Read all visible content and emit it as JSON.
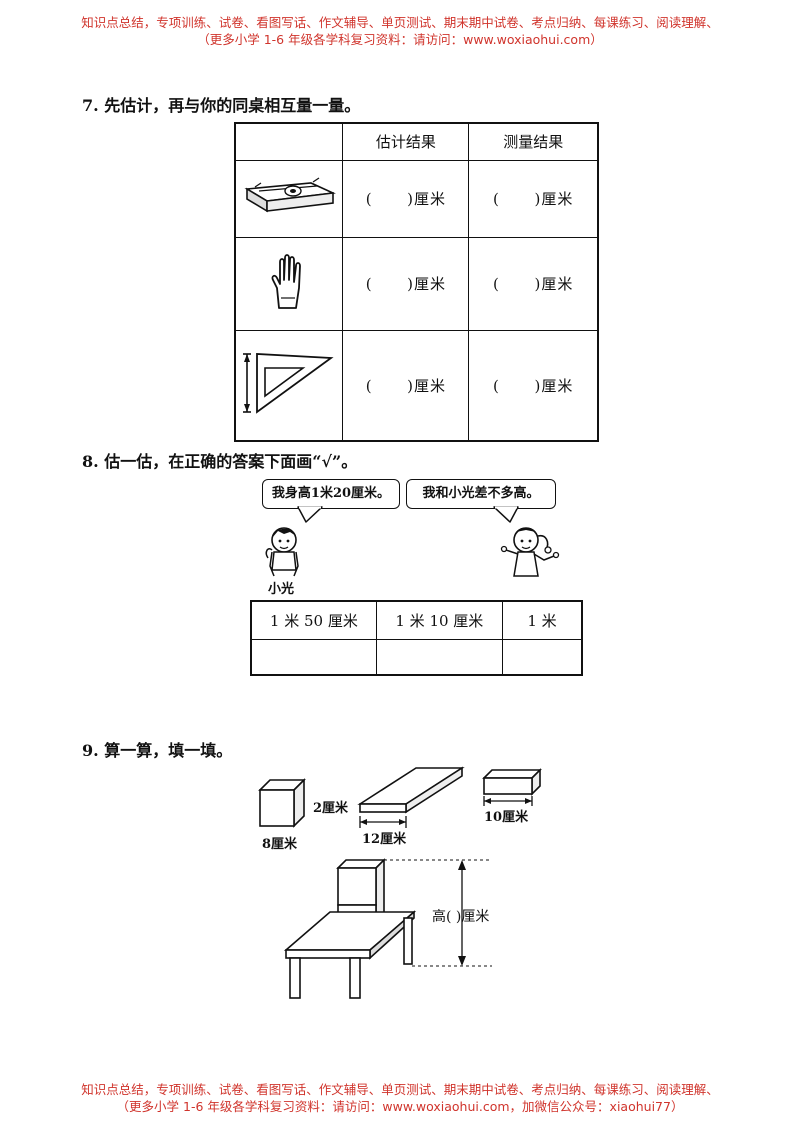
{
  "header": {
    "line1": "知识点总结，专项训练、试卷、看图写话、作文辅导、单页测试、期末期中试卷、考点归纳、每课练习、阅读理解、",
    "line2": "（更多小学 1-6 年级各学科复习资料：请访问：www.woxiaohui.com）"
  },
  "q7": {
    "title": "7. 先估计，再与你的同桌相互量一量。",
    "headers": [
      "",
      "估计结果",
      "测量结果"
    ],
    "unit": "厘米",
    "rows": [
      {
        "icon": "pencil-case-icon",
        "estimate": "(      )厘米",
        "measure": "(      )厘米"
      },
      {
        "icon": "hand-icon",
        "estimate": "(      )厘米",
        "measure": "(      )厘米"
      },
      {
        "icon": "set-square-icon",
        "estimate": "(      )厘米",
        "measure": "(      )厘米"
      }
    ]
  },
  "q8": {
    "title": "8. 估一估，在正确的答案下面画“√”。",
    "bubble_boy": "我身高1米20厘米。",
    "bubble_girl": "我和小光差不多高。",
    "boy_name": "小光",
    "options": [
      "1 米 50 厘米",
      "1 米 10 厘米",
      "1 米"
    ]
  },
  "q9": {
    "title": "9. 算一算，填一填。",
    "cube_label": "8厘米",
    "board_thick_label": "2厘米",
    "board_len_label": "12厘米",
    "box_label": "10厘米",
    "height_label": "高(      )厘米"
  },
  "footer": {
    "line1": "知识点总结，专项训练、试卷、看图写话、作文辅导、单页测试、期末期中试卷、考点归纳、每课练习、阅读理解、",
    "line2": "（更多小学 1-6 年级各学科复习资料：请访问：www.woxiaohui.com，加微信公众号：xiaohui77）"
  }
}
